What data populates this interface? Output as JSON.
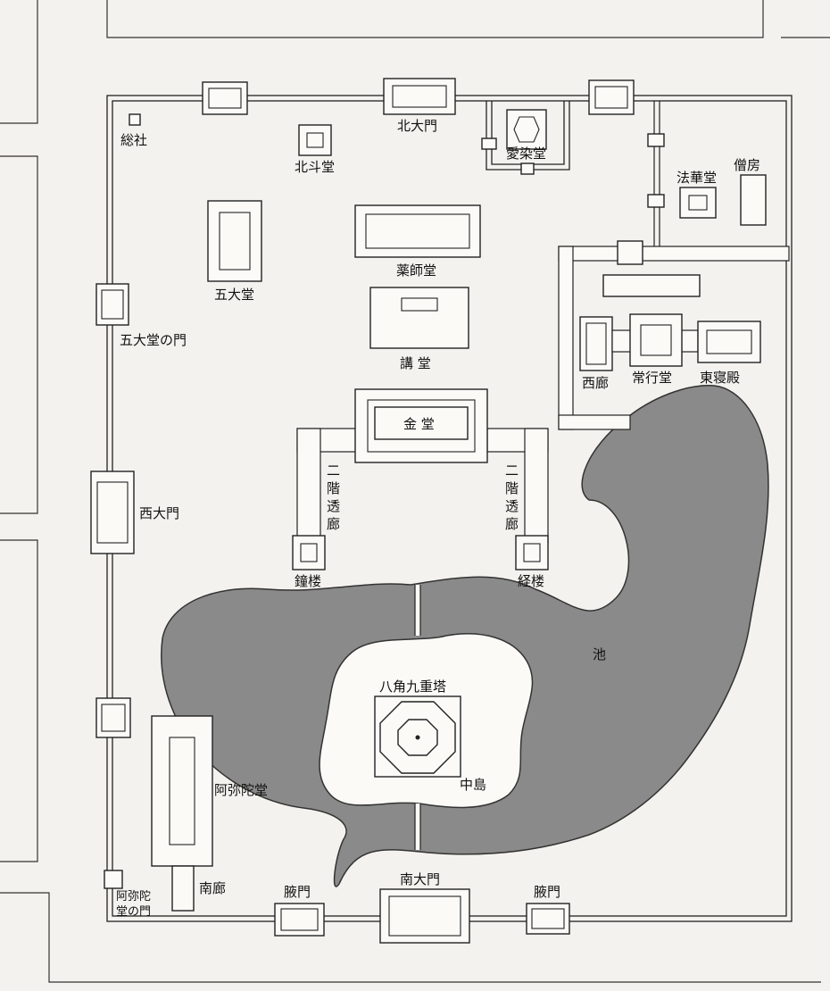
{
  "labels": {
    "north_gate": "北大門",
    "souja": "総社",
    "hokuto": "北斗堂",
    "aizen": "愛染堂",
    "hokke": "法華堂",
    "soubou": "僧房",
    "yakushi": "薬師堂",
    "godai": "五大堂",
    "godai_gate": "五大堂の門",
    "koudou": "講 堂",
    "nishiro": "西廊",
    "jougyou": "常行堂",
    "higashi_shinden": "東寝殿",
    "kondou": "金 堂",
    "nikai_left_1": "二",
    "nikai_left_2": "階",
    "nikai_left_3": "透",
    "nikai_left_4": "廊",
    "nikai_right_1": "二",
    "nikai_right_2": "階",
    "nikai_right_3": "透",
    "nikai_right_4": "廊",
    "west_gate": "西大門",
    "shourou": "鐘楼",
    "kyourou": "経楼",
    "pond": "池",
    "pagoda": "八角九重塔",
    "nakajima": "中島",
    "amida": "阿弥陀堂",
    "nanrou": "南廊",
    "amida_gate_1": "阿弥陀",
    "amida_gate_2": "堂の門",
    "side_gate_left": "腋門",
    "south_gate": "南大門",
    "side_gate_right": "腋門"
  },
  "colors": {
    "pond": "#8a8a8a",
    "line": "#222222",
    "paper": "#f4f2ee"
  }
}
